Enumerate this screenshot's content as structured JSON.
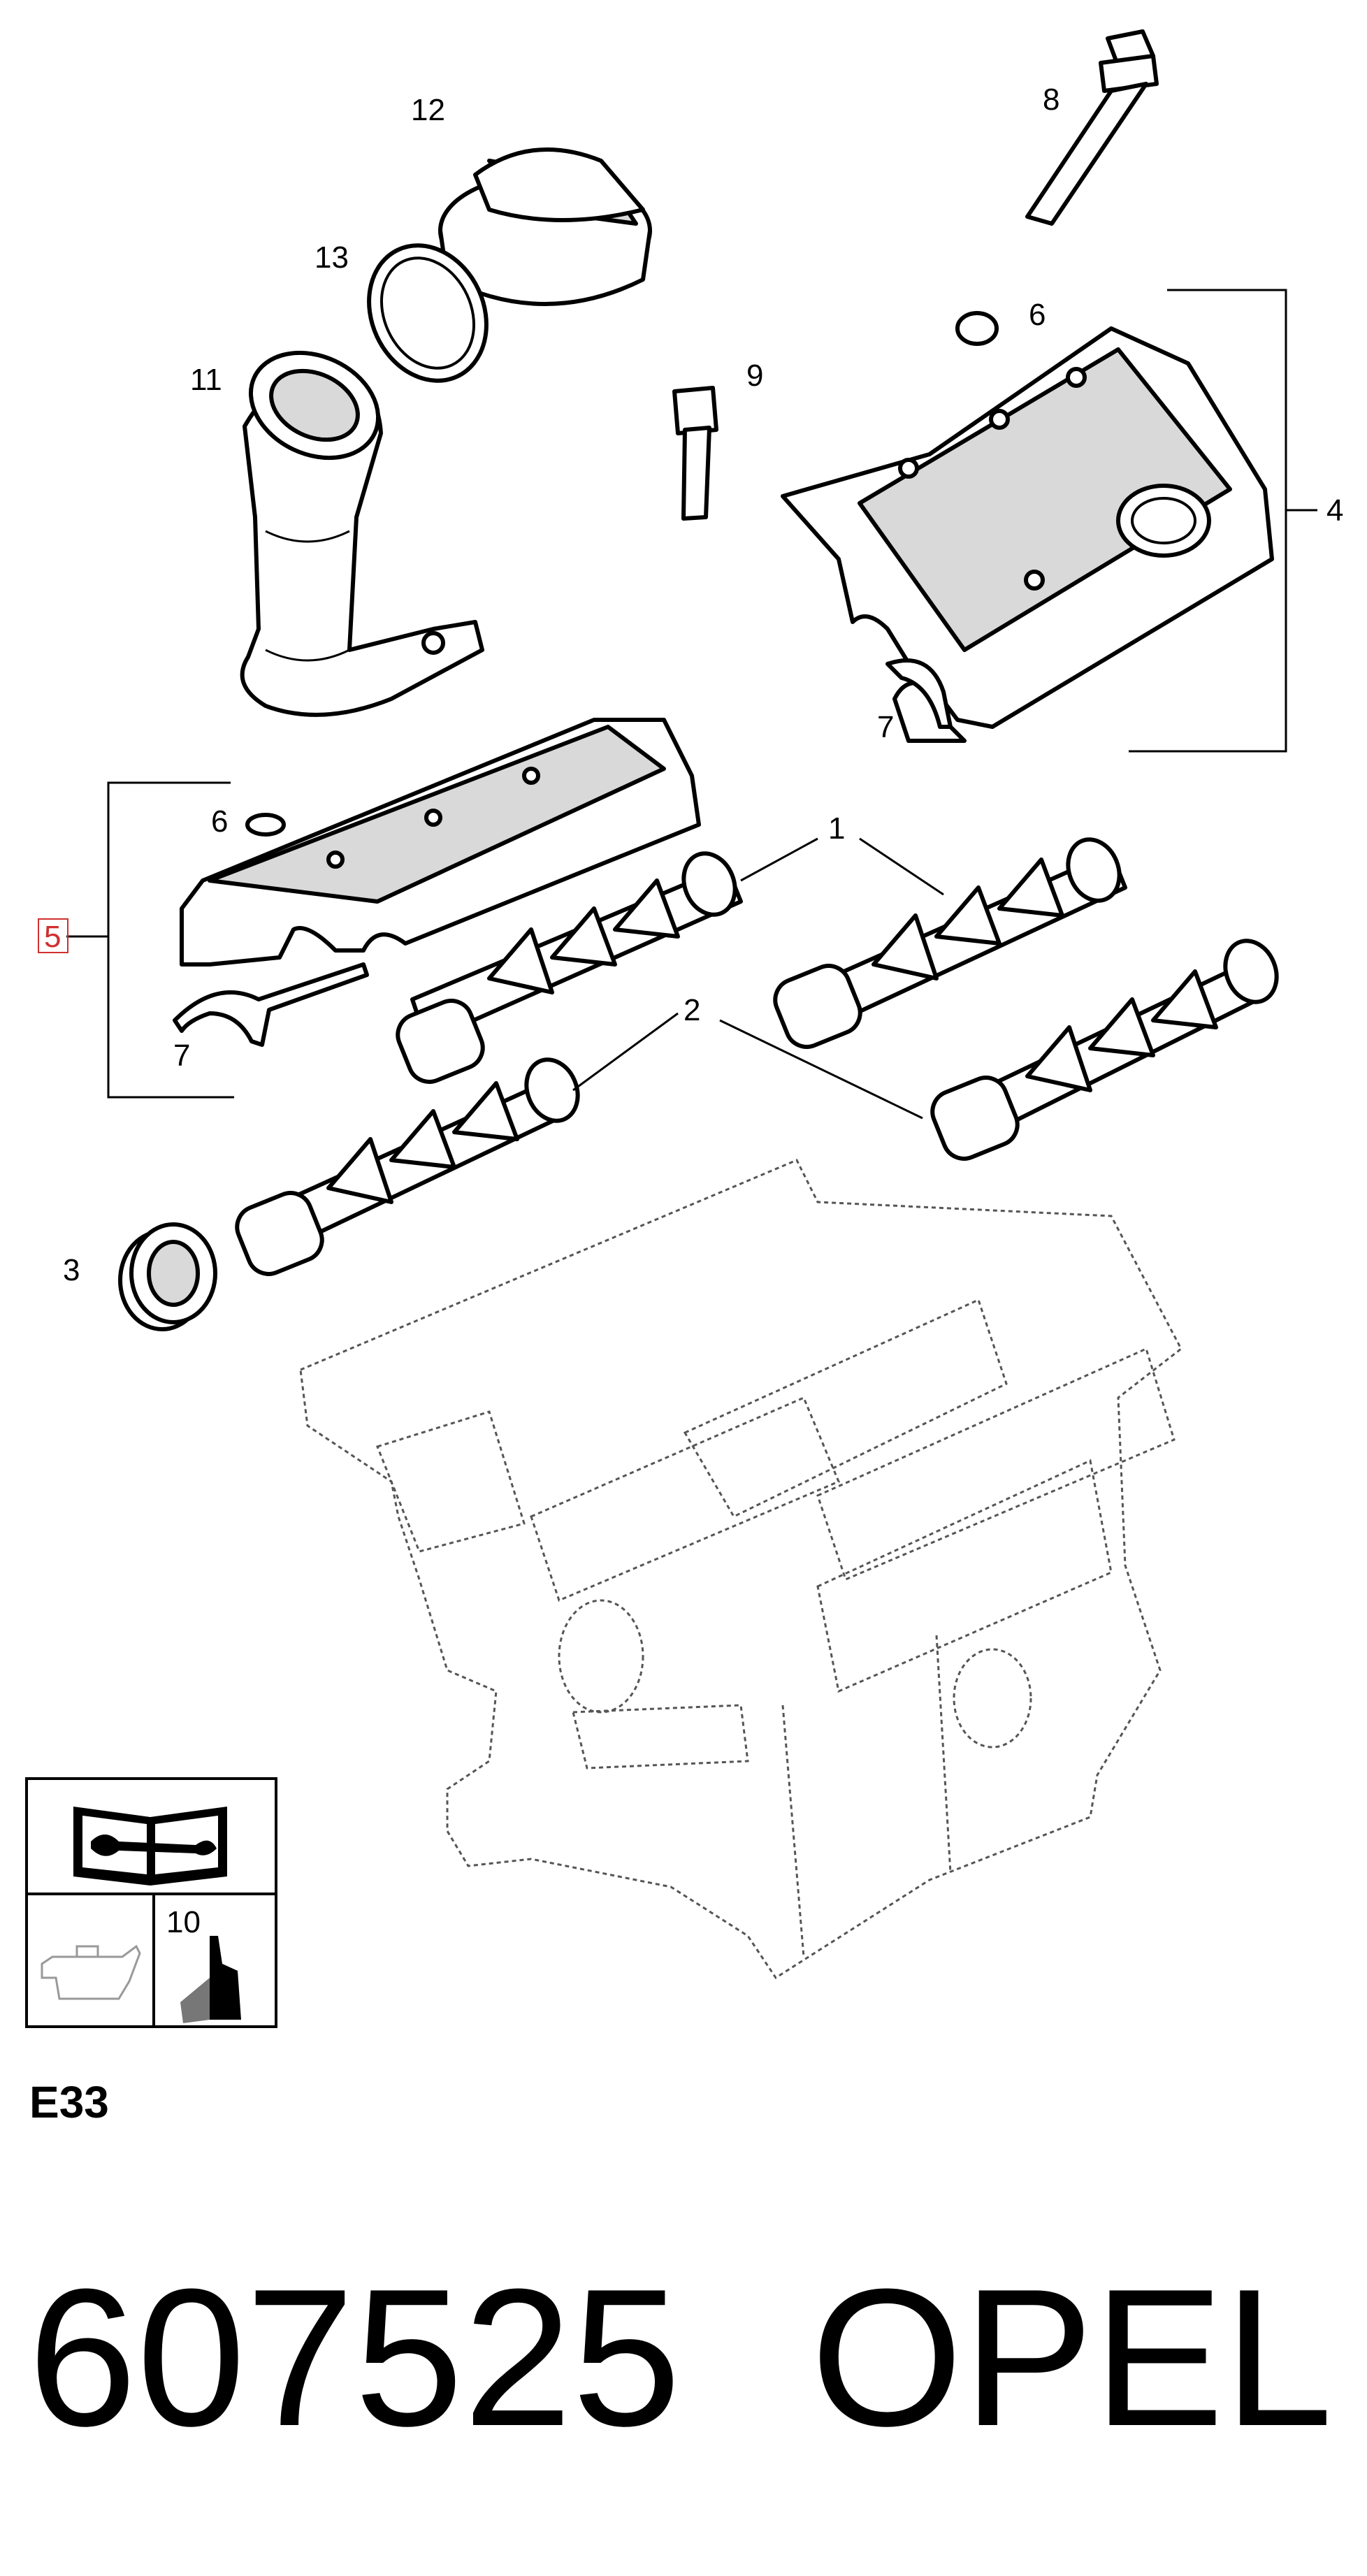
{
  "diagram": {
    "section_code": "E33",
    "footer": {
      "part_number": "607525",
      "brand": "OPEL"
    },
    "callouts": {
      "c1": "1",
      "c2": "2",
      "c3": "3",
      "c4": "4",
      "c5": "5",
      "c6a": "6",
      "c6b": "6",
      "c7a": "7",
      "c7b": "7",
      "c8": "8",
      "c9": "9",
      "c10": "10",
      "c11": "11",
      "c12": "12",
      "c13": "13"
    },
    "legend_icons": [
      "manual-book-icon",
      "oil-can-icon",
      "sealant-bottle-icon"
    ]
  }
}
